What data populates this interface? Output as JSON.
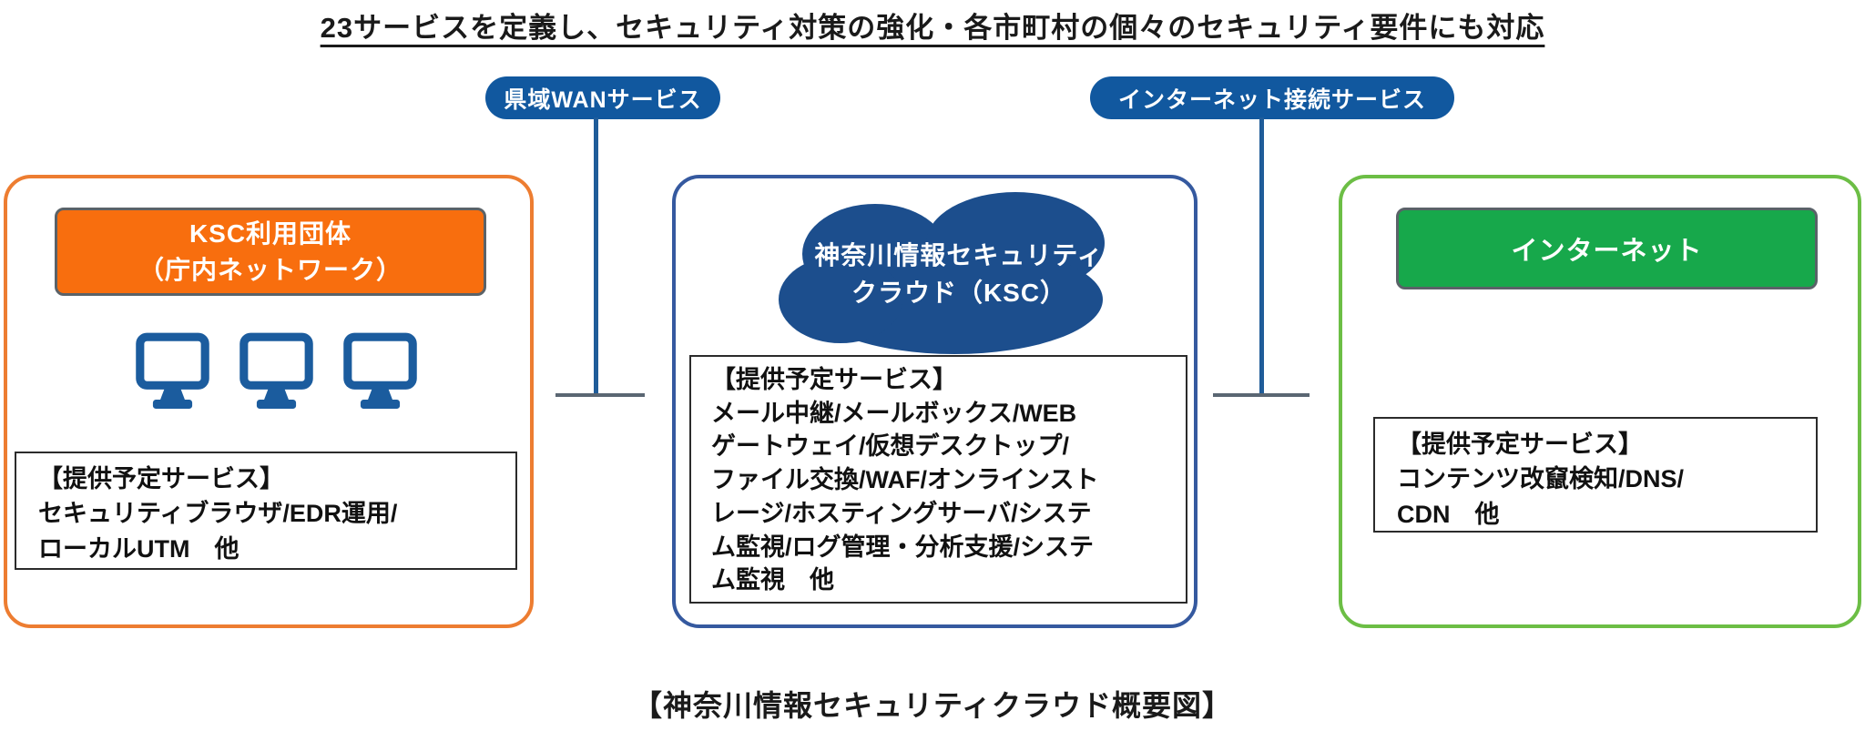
{
  "page": {
    "title": "23サービスを定義し、セキュリティ対策の強化・各市町村の個々のセキュリティ要件にも対応",
    "caption": "【神奈川情報セキュリティクラウド概要図】"
  },
  "connector_labels": {
    "wan_service": "県域WANサービス",
    "internet_service": "インターネット接続サービス"
  },
  "left_box": {
    "header_line1": "KSC利用団体",
    "header_line2": "（庁内ネットワーク）",
    "services": {
      "heading": "【提供予定サービス】",
      "line1": "セキュリティブラウザ/EDR運用/",
      "line2": "ローカルUTM　他"
    }
  },
  "center_box": {
    "cloud_line1": "神奈川情報セキュリティ",
    "cloud_line2": "クラウド（KSC）",
    "services": {
      "heading": "【提供予定サービス】",
      "line1": "メール中継/メールボックス/WEB",
      "line2": "ゲートウェイ/仮想デスクトップ/",
      "line3": "ファイル交換/WAF/オンラインスト",
      "line4": "レージ/ホスティングサーバ/システ",
      "line5": "ム監視/ログ管理・分析支援/システ",
      "line6": "ム監視　他"
    }
  },
  "right_box": {
    "header": "インターネット",
    "services": {
      "heading": "【提供予定サービス】",
      "line1": "コンテンツ改竄検知/DNS/",
      "line2": "CDN　他"
    }
  },
  "icons": {
    "monitor": "monitor-icon",
    "cloud": "cloud-icon"
  },
  "colors": {
    "pill_blue": "#11589F",
    "connector_blue": "#1F5C99",
    "connector_gray": "#5A6672",
    "left_border_orange": "#ED7D31",
    "header_orange": "#F86E0E",
    "center_border_blue": "#35599F",
    "cloud_navy": "#1C4E8D",
    "right_border_green": "#6CBE45",
    "header_green": "#17A84B",
    "monitor_blue": "#1B5C9E",
    "inner_box_border": "#2B2B2B"
  }
}
